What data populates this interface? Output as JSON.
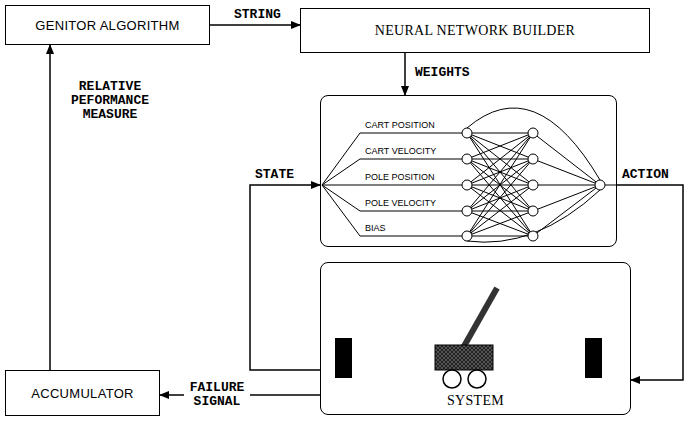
{
  "diagram": {
    "nodes": [
      {
        "text": [
          "GENITOR ALGORITHM"
        ]
      },
      {
        "text": [
          "NEURAL NETWORK BUILDER"
        ]
      },
      {
        "text": [
          "CART POSITION",
          "CART VELOCITY",
          "POLE POSITION",
          "POLE VELOCITY",
          "BIAS"
        ]
      },
      {
        "text": [
          "SYSTEM"
        ]
      },
      {
        "text": [
          "ACCUMULATOR"
        ]
      }
    ],
    "edges": [
      {
        "from": 0,
        "to": 1,
        "arrow": "to",
        "label": "STRING"
      },
      {
        "from": 1,
        "to": 2,
        "arrow": "to",
        "label": "WEIGHTS"
      },
      {
        "from": 2,
        "to": 3,
        "arrow": "to",
        "label": "ACTION"
      },
      {
        "from": 3,
        "to": 2,
        "arrow": "to",
        "label": "STATE"
      },
      {
        "from": 3,
        "to": 4,
        "arrow": "to",
        "label": "FAILURE SIGNAL"
      },
      {
        "from": 4,
        "to": 0,
        "arrow": "to",
        "label": "RELATIVE PEFORMANCE MEASURE"
      }
    ]
  }
}
